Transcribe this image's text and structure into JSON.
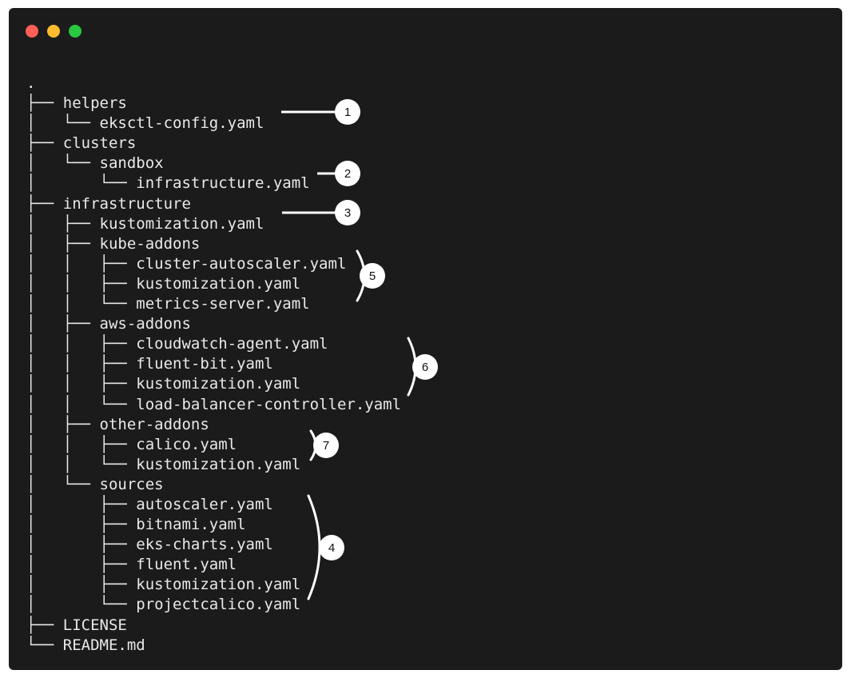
{
  "window": {
    "traffic_lights": {
      "close_color": "#ff5f57",
      "minimize_color": "#febc2e",
      "maximize_color": "#28c840"
    },
    "background_color": "#1b1b1b"
  },
  "tree": [
    {
      "prefix": "",
      "name": "."
    },
    {
      "prefix": "├── ",
      "name": "helpers"
    },
    {
      "prefix": "│   └── ",
      "name": "eksctl-config.yaml"
    },
    {
      "prefix": "├── ",
      "name": "clusters"
    },
    {
      "prefix": "│   └── ",
      "name": "sandbox"
    },
    {
      "prefix": "│       └── ",
      "name": "infrastructure.yaml"
    },
    {
      "prefix": "├── ",
      "name": "infrastructure"
    },
    {
      "prefix": "│   ├── ",
      "name": "kustomization.yaml"
    },
    {
      "prefix": "│   ├── ",
      "name": "kube-addons"
    },
    {
      "prefix": "│   │   ├── ",
      "name": "cluster-autoscaler.yaml"
    },
    {
      "prefix": "│   │   ├── ",
      "name": "kustomization.yaml"
    },
    {
      "prefix": "│   │   └── ",
      "name": "metrics-server.yaml"
    },
    {
      "prefix": "│   ├── ",
      "name": "aws-addons"
    },
    {
      "prefix": "│   │   ├── ",
      "name": "cloudwatch-agent.yaml"
    },
    {
      "prefix": "│   │   ├── ",
      "name": "fluent-bit.yaml"
    },
    {
      "prefix": "│   │   ├── ",
      "name": "kustomization.yaml"
    },
    {
      "prefix": "│   │   └── ",
      "name": "load-balancer-controller.yaml"
    },
    {
      "prefix": "│   ├── ",
      "name": "other-addons"
    },
    {
      "prefix": "│   │   ├── ",
      "name": "calico.yaml"
    },
    {
      "prefix": "│   │   └── ",
      "name": "kustomization.yaml"
    },
    {
      "prefix": "│   └── ",
      "name": "sources"
    },
    {
      "prefix": "│       ├── ",
      "name": "autoscaler.yaml"
    },
    {
      "prefix": "│       ├── ",
      "name": "bitnami.yaml"
    },
    {
      "prefix": "│       ├── ",
      "name": "eks-charts.yaml"
    },
    {
      "prefix": "│       ├── ",
      "name": "fluent.yaml"
    },
    {
      "prefix": "│       ├── ",
      "name": "kustomization.yaml"
    },
    {
      "prefix": "│       └── ",
      "name": "projectcalico.yaml"
    },
    {
      "prefix": "├── ",
      "name": "LICENSE"
    },
    {
      "prefix": "└── ",
      "name": "README.md"
    }
  ],
  "callouts": [
    {
      "number": "1",
      "kind": "line"
    },
    {
      "number": "2",
      "kind": "line"
    },
    {
      "number": "3",
      "kind": "line"
    },
    {
      "number": "5",
      "kind": "bracket"
    },
    {
      "number": "6",
      "kind": "bracket"
    },
    {
      "number": "7",
      "kind": "bracket"
    },
    {
      "number": "4",
      "kind": "bracket"
    }
  ]
}
